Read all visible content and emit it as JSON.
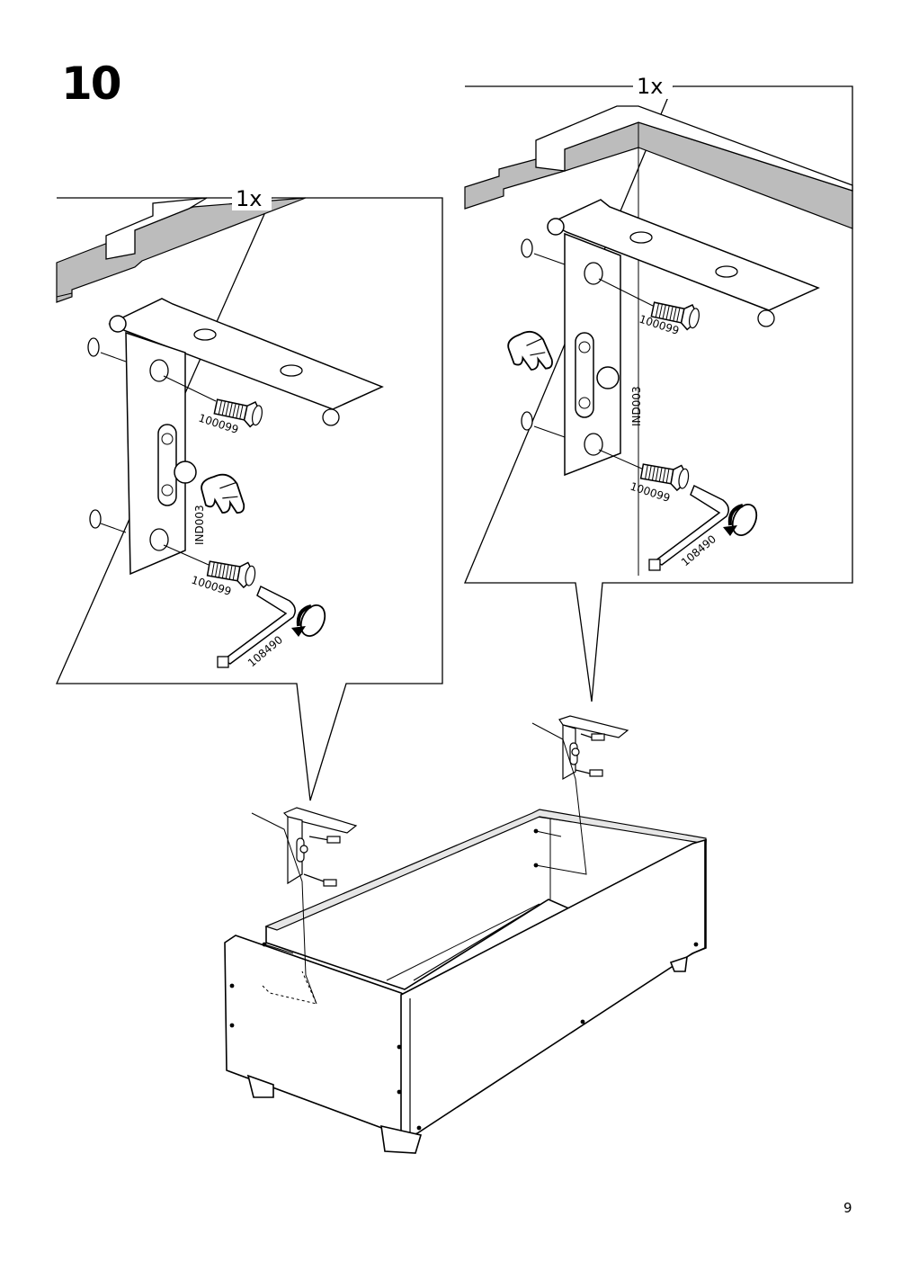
{
  "step": {
    "number": "10"
  },
  "page": {
    "number": "9"
  },
  "callout_left": {
    "quantity": "1x",
    "part_bolt_top": "100099",
    "part_bolt_bottom": "100099",
    "part_key": "108490",
    "part_ref": "IND003"
  },
  "callout_right": {
    "quantity": "1x",
    "part_bolt_top": "100099",
    "part_bolt_bottom": "100099",
    "part_key": "108490",
    "part_ref": "IND003"
  },
  "icons": [
    "finger-press-icon",
    "rotate-clockwise-icon",
    "allen-key-icon",
    "screw-icon",
    "bracket-icon",
    "cabinet-frame-icon"
  ]
}
